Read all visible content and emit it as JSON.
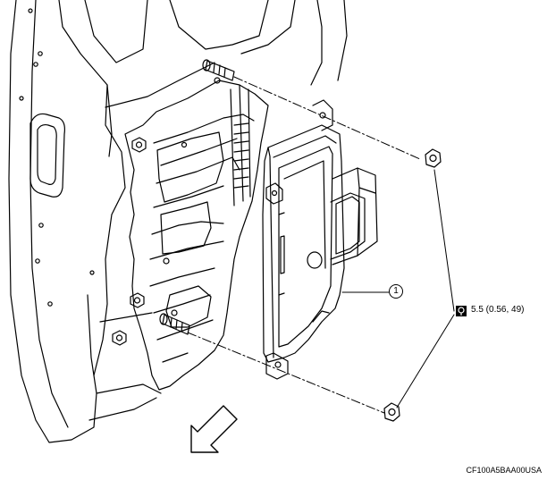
{
  "labels": {
    "part_number": "1",
    "torque_spec": "5.5 (0.56, 49)",
    "figure_code": "CF100A5BAA00USA"
  },
  "icons": {
    "torque": "torque-wrench-icon",
    "direction": "front-direction-arrow"
  },
  "colors": {
    "line": "#000000",
    "background": "#ffffff"
  }
}
